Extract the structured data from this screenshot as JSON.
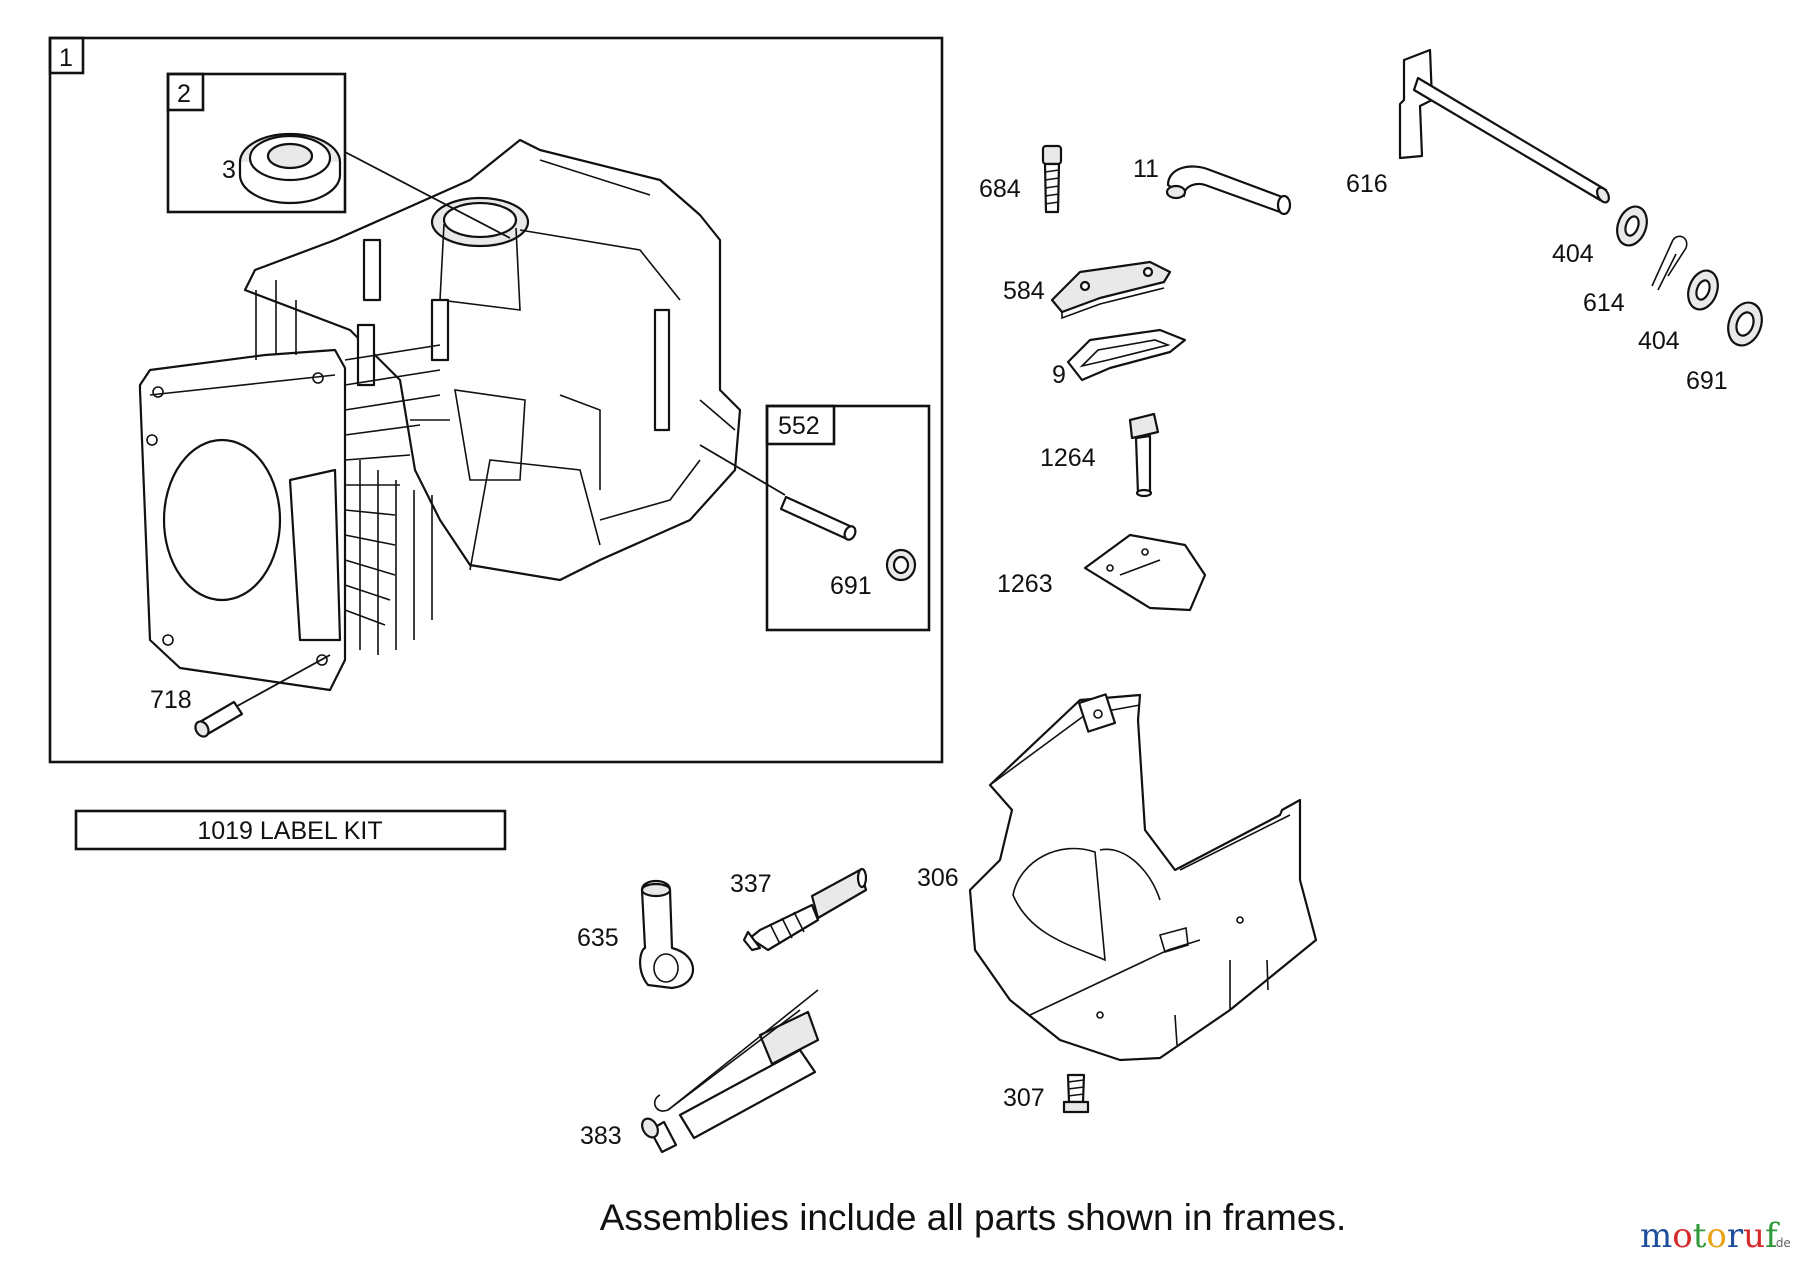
{
  "frames": {
    "main_frame_tag": "1",
    "seal_frame_tag": "2",
    "pin_frame_tag": "552"
  },
  "callouts": {
    "p3": "3",
    "p718": "718",
    "p691_frame": "691",
    "p684": "684",
    "p11": "11",
    "p616": "616",
    "p404_a": "404",
    "p614": "614",
    "p404_b": "404",
    "p691_right": "691",
    "p584": "584",
    "p9": "9",
    "p1264": "1264",
    "p1263": "1263",
    "p337": "337",
    "p635": "635",
    "p306": "306",
    "p383": "383",
    "p307": "307"
  },
  "label_kit": "1019 LABEL KIT",
  "footer_note": "Assemblies include all parts shown in frames.",
  "watermark": {
    "brand_letters": [
      "m",
      "o",
      "t",
      "o",
      "r",
      "u",
      "f"
    ],
    "suffix": ".de",
    "letter_colors": [
      "#1f4e9c",
      "#d62a2a",
      "#2f9a3a",
      "#e8a317",
      "#1f4e9c",
      "#d62a2a",
      "#2f9a3a"
    ]
  }
}
